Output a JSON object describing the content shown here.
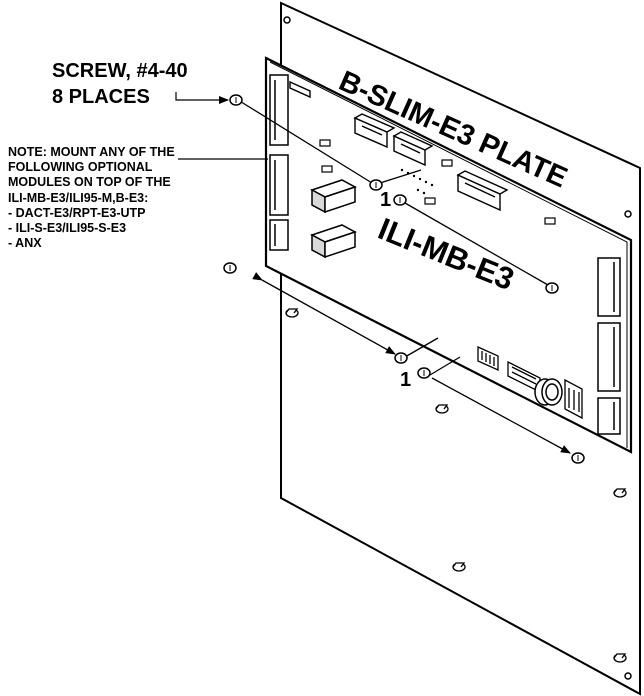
{
  "callouts": {
    "screw": {
      "line1": "SCREW, #4-40",
      "line2": "8 PLACES"
    },
    "note": {
      "lines": [
        "NOTE: MOUNT ANY OF THE",
        "FOLLOWING OPTIONAL",
        "MODULES ON TOP OF THE",
        "ILI-MB-E3/ILI95-M,B-E3:",
        "- DACT-E3/RPT-E3-UTP",
        "- ILI-S-E3/ILI95-S-E3",
        "- ANX"
      ]
    }
  },
  "labels": {
    "plate": "B-SLIM-E3 PLATE",
    "board": "ILI-MB-E3",
    "ref_upper": "1",
    "ref_lower": "1"
  }
}
